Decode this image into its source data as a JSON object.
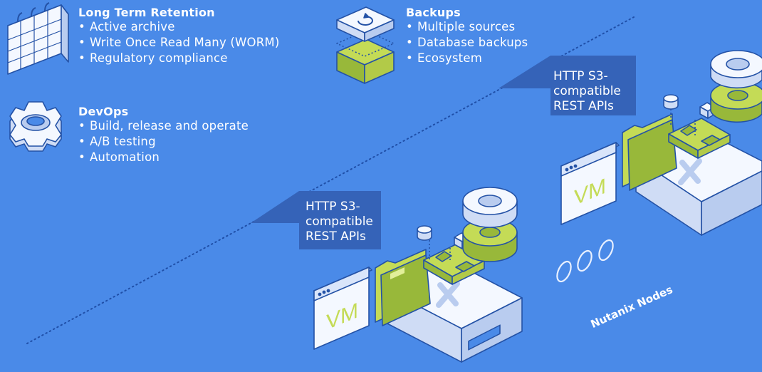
{
  "use_cases": {
    "long_term_retention": {
      "title": "Long Term Retention",
      "items": [
        "Active archive",
        "Write Once Read Many (WORM)",
        "Regulatory compliance"
      ]
    },
    "backups": {
      "title": "Backups",
      "items": [
        "Multiple sources",
        "Database backups",
        "Ecosystem"
      ]
    },
    "devops": {
      "title": "DevOps",
      "items": [
        "Build, release and operate",
        "A/B testing",
        "Automation"
      ]
    }
  },
  "callouts": {
    "top": "HTTP S3-\ncompatible\nREST APIs",
    "bottom": "HTTP S3-\ncompatible\nREST APIs"
  },
  "vm_label": "VM",
  "nodes_label": "Nutanix Nodes",
  "colors": {
    "background": "#4a8ae8",
    "callout": "#3563b8",
    "lime": "#c4db56",
    "lime_dark": "#98b83a",
    "outline": "#2452a6",
    "white_face": "#f4f8ff",
    "shade_face": "#cfdcf5"
  },
  "icons": [
    "calendar-icon",
    "gear-icon",
    "backup-stack-icon",
    "vm-window-icon",
    "folder-icon",
    "server-node-icon",
    "disk-stack-icon",
    "cube-icon",
    "cylinder-icon"
  ]
}
